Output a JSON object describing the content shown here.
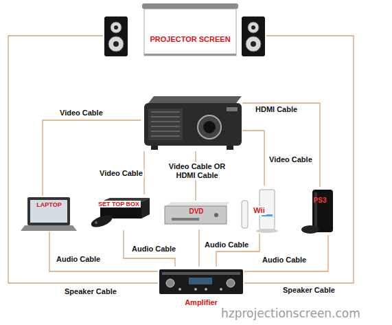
{
  "diagram": {
    "nodes": [
      {
        "text": []
      },
      {
        "text": [
          "PROJECTOR SCREEN"
        ]
      },
      {
        "text": []
      },
      {
        "text": []
      },
      {
        "text": [
          "LAPTOP"
        ]
      },
      {
        "text": [
          "SET TOP BOX"
        ]
      },
      {
        "text": [
          "DVD"
        ]
      },
      {
        "text": [
          "Wii"
        ]
      },
      {
        "text": [
          "PS3"
        ]
      },
      {
        "text": [
          "Amplifier"
        ]
      }
    ],
    "edges": [
      {
        "from": 4,
        "to": 3,
        "label": "Video Cable",
        "arrow": "none"
      },
      {
        "from": 5,
        "to": 3,
        "label": "Video Cable",
        "arrow": "none"
      },
      {
        "from": 6,
        "to": 3,
        "label": "Video Cable OR HDMI Cable",
        "arrow": "none"
      },
      {
        "from": 7,
        "to": 3,
        "label": "Video Cable",
        "arrow": "none"
      },
      {
        "from": 8,
        "to": 3,
        "label": "HDMI Cable",
        "arrow": "none"
      },
      {
        "from": 4,
        "to": 9,
        "label": "Audio Cable",
        "arrow": "none"
      },
      {
        "from": 5,
        "to": 9,
        "label": "Audio Cable",
        "arrow": "none"
      },
      {
        "from": 6,
        "to": 9,
        "label": "Audio Cable",
        "arrow": "none"
      },
      {
        "from": 7,
        "to": 9,
        "arrow": "none"
      },
      {
        "from": 8,
        "to": 9,
        "label": "Audio Cable",
        "arrow": "none"
      },
      {
        "from": 9,
        "to": 0,
        "label": "Speaker Cable",
        "arrow": "none"
      },
      {
        "from": 9,
        "to": 2,
        "label": "Speaker Cable",
        "arrow": "none"
      }
    ],
    "labels": [
      "hzprojectionscreen.com"
    ]
  }
}
